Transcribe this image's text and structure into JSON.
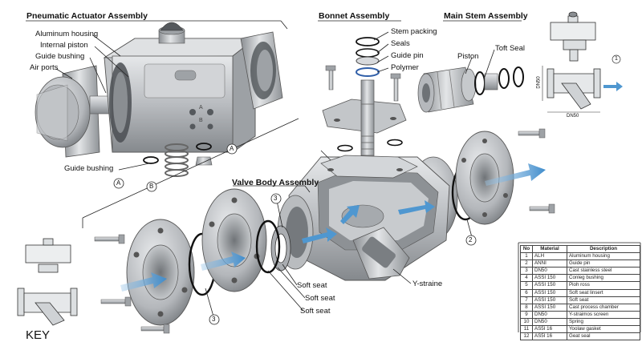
{
  "titles": {
    "actuator": "Pneumatic Actuator Assembly",
    "bonnet": "Bonnet Assembly",
    "stem": "Main Stem Assembly",
    "body": "Valve Body Assembly"
  },
  "callouts": {
    "aluminum_housing": "Aluminum housing",
    "internal_piston": "Internal piston",
    "guide_bushing_top": "Guide bushing",
    "air_ports": "Air ports",
    "guide_bushing_bottom": "Guide bushing",
    "stem_packing": "Stem packing",
    "seals": "Seals",
    "guide_pin": "Guide pin",
    "polymer": "Polymer",
    "piston": "Piston",
    "toft_seal": "Toft Seal",
    "soft_seat_1": "Soft seat",
    "soft_seat_2": "Soft seat",
    "soft_seat_3": "Soft seat",
    "y_strainer": "Y-straine",
    "key": "KEY",
    "dn50_vertical": "DN50",
    "dn50_horizontal": "DN50"
  },
  "markers": {
    "a1": "A",
    "a2": "A",
    "b": "B",
    "n3_top": "3",
    "n3_bottom": "3",
    "n2": "2",
    "n1": "1"
  },
  "parts_table": {
    "headers": [
      "No",
      "Material",
      "Description"
    ],
    "rows": [
      [
        "1",
        "ALH",
        "Aluminum housing"
      ],
      [
        "2",
        "ANNI",
        "Guide pin"
      ],
      [
        "3",
        "DN50",
        "Cast stainless steel"
      ],
      [
        "4",
        "ASSI 150",
        "Conleg bushing"
      ],
      [
        "5",
        "ASSI 150",
        "Pioh ross"
      ],
      [
        "6",
        "ASSI 150",
        "Soft seat linsert"
      ],
      [
        "7",
        "ASSI 150",
        "Soft seat"
      ],
      [
        "8",
        "ASSI 150",
        "Cast process chamber"
      ],
      [
        "9",
        "DN50",
        "Y-straimos screen"
      ],
      [
        "10",
        "DN50",
        "Spring"
      ],
      [
        "11",
        "AS5I 16",
        "Yoolaw gasket"
      ],
      [
        "12",
        "AS5I 16",
        "Geat seal"
      ]
    ]
  },
  "colors": {
    "metal_light": "#d6d8da",
    "metal_mid": "#a9acb0",
    "metal_dark": "#6e7276",
    "flow_arrow": "#5a9fd0",
    "line": "#222222"
  }
}
